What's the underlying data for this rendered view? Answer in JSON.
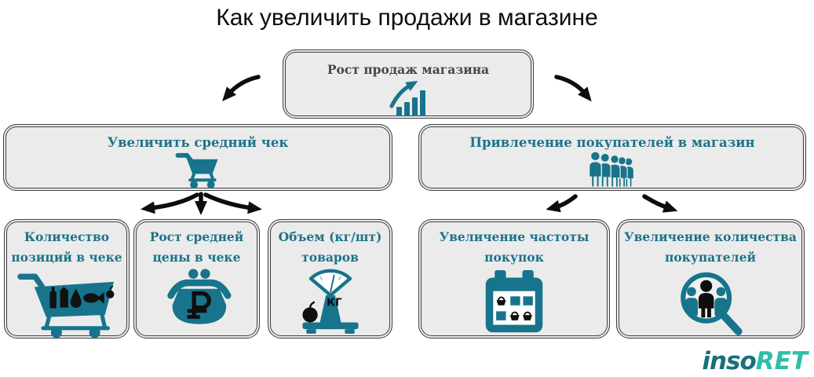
{
  "title": "Как увеличить продажи в магазине",
  "diagram": {
    "root": {
      "label": "Рост продаж магазина",
      "icon": "growth-chart-icon"
    },
    "branch_left": {
      "label": "Увеличить средний чек",
      "icon": "shopping-cart-icon"
    },
    "branch_right": {
      "label": "Привлечение покупателей в магазин",
      "icon": "customers-queue-icon"
    },
    "leaves": [
      {
        "line1": "Количество",
        "line2": "позиций в чеке",
        "icon": "cart-with-goods-icon"
      },
      {
        "line1": "Рост средней",
        "line2": "цены в чеке",
        "icon": "purse-ruble-icon"
      },
      {
        "line1": "Объем (кг/шт)",
        "line2": "товаров",
        "icon": "weighing-scale-icon"
      },
      {
        "line1": "Увеличение частоты",
        "line2": "покупок",
        "icon": "calendar-purchases-icon"
      },
      {
        "line1": "Увеличение количества",
        "line2": "покупателей",
        "icon": "magnifier-customers-icon"
      }
    ]
  },
  "icon_text": {
    "kg_label": "КГ",
    "ruble_sign": "₽"
  },
  "logo": {
    "part1": "inso",
    "part2": "RET"
  },
  "colors": {
    "accent_teal": "#17748c",
    "label_teal": "#1d7389",
    "label_dark": "#474747",
    "card_background": "#ebebeb",
    "card_border": "#3f3f3f",
    "arrow_black": "#0d0d0d",
    "logo_dark": "#17707a",
    "logo_light": "#2dbfa7"
  }
}
